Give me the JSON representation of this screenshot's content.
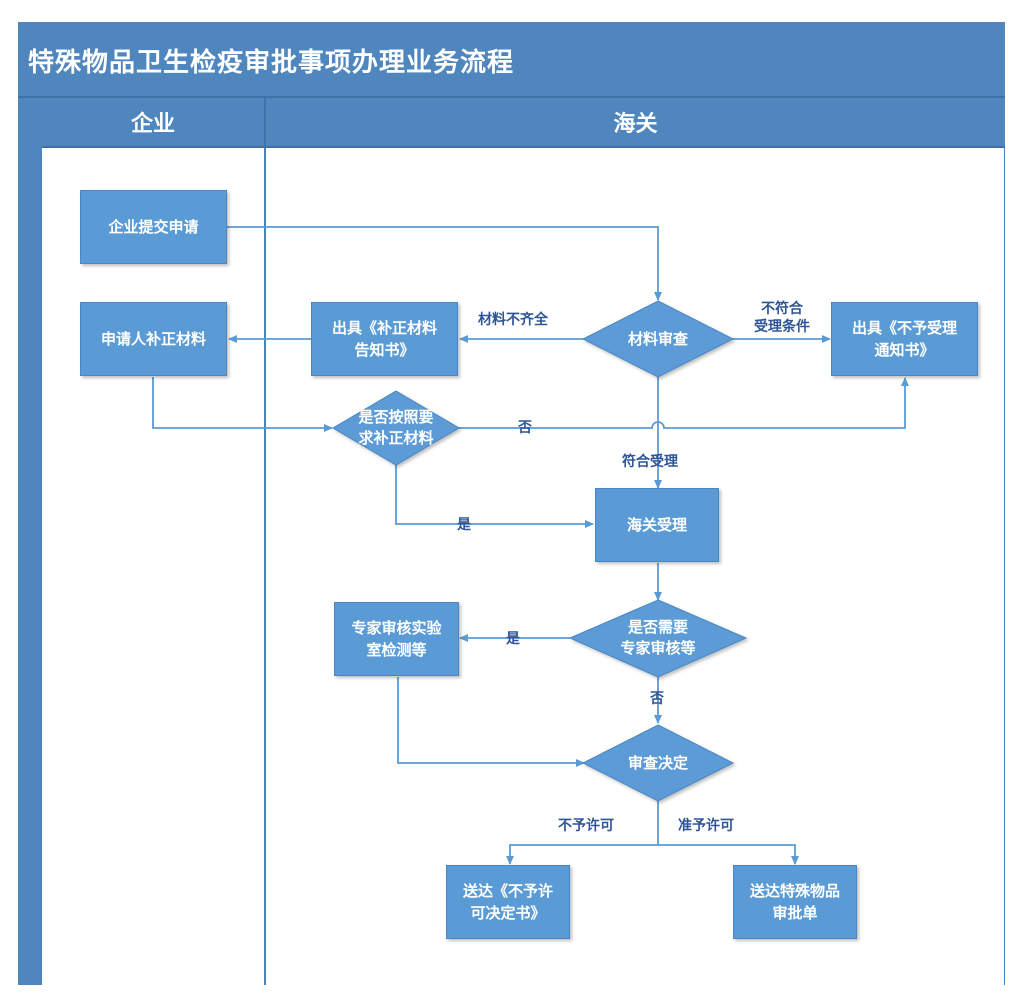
{
  "title": "特殊物品卫生检疫审批事项办理业务流程",
  "lanes": {
    "enterprise": "企业",
    "customs": "海关"
  },
  "nodes": {
    "submit": "企业提交申请",
    "supplement": "申请人补正材料",
    "correction_notice": "出具《补正材料\n告知书》",
    "material_review": "材料审查",
    "reject_notice": "出具《不予受理\n通知书》",
    "check_supplement": "是否按照要\n求补正材料",
    "accept": "海关受理",
    "need_expert": "是否需要\n专家审核等",
    "expert_review": "专家审核实验\n室检测等",
    "decision": "审查决定",
    "deliver_deny": "送达《不予许\n可决定书》",
    "deliver_approve": "送达特殊物品\n审批单"
  },
  "labels": {
    "incomplete": "材料不齐全",
    "not_meet": "不符合\n受理条件",
    "no_supplement": "否",
    "meets": "符合受理",
    "yes_supplement": "是",
    "yes_expert": "是",
    "no_expert": "否",
    "deny": "不予许可",
    "approve": "准予许可"
  },
  "colors": {
    "header": "#4f86be",
    "node": "#5b9bd5",
    "connector": "#5b9bd5",
    "label": "#2f5597"
  }
}
